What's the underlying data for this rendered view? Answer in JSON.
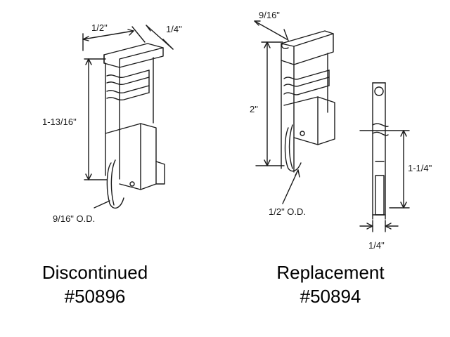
{
  "left_part": {
    "dim_top_width": "1/2\"",
    "dim_top_depth": "1/4\"",
    "dim_height": "1-13/16\"",
    "dim_wheel": "9/16\" O.D.",
    "caption_status": "Discontinued",
    "caption_number": "#50896"
  },
  "right_part": {
    "dim_top_width": "9/16\"",
    "dim_height": "2\"",
    "dim_wheel": "1/2\" O.D.",
    "side_dim_height": "1-1/4\"",
    "side_dim_width": "1/4\"",
    "caption_status": "Replacement",
    "caption_number": "#50894"
  },
  "colors": {
    "line": "#1a1a1a",
    "background": "#ffffff"
  }
}
